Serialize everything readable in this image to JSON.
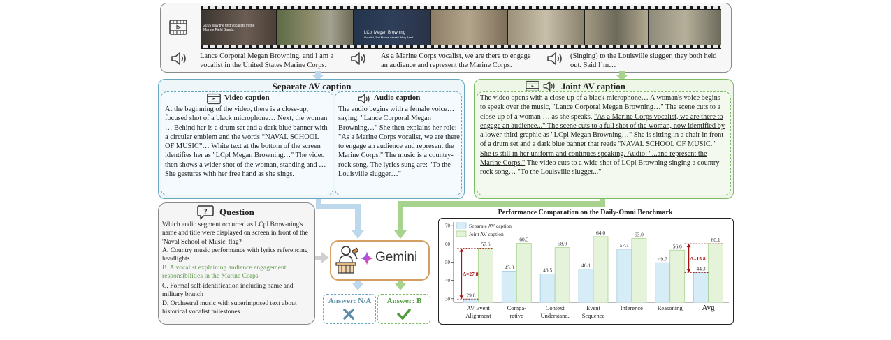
{
  "video_strip": {
    "frame1_text": "2016 saw the first vocalists in the Marine Field Bands.",
    "frame3_text": "LCpl Megan Browning",
    "frame3_sub": "Vocalist, 2nd Marine Aircraft Wing Band"
  },
  "transcript": [
    "Lance Corporal Megan Browning, and I am a vocalist in the United States Marine Corps.",
    "As a Marine Corps vocalist, we are there to engage an audience and represent the Marine Corps.",
    "(Singing) to the Louisville slugger, they both held out. Said I’m…"
  ],
  "separate": {
    "title": "Separate AV caption",
    "video_title": "Video caption",
    "video_parts": [
      "At the beginning of the video, there is a close-up, focused shot of a black microphone… Next, the woman … ",
      "Behind her is a drum set and a dark blue banner with a circular emblem and the words “NAVAL SCHOOL OF MUSIC”",
      "… White text at the bottom of the screen identifies her as ",
      "\"LCpl Megan Browning…\"",
      " The video then shows a wider shot of the woman, standing and … She gestures with her free hand as she sings."
    ],
    "audio_title": "Audio caption",
    "audio_parts": [
      "The audio begins with a female voice… saying, \"Lance Corporal Megan Browning…\" ",
      "She then explains her role: \"As a Marine Corps vocalist, we are there to engage an audience and represent the Marine Corps.\"",
      " The music is a country-rock song. The lyrics sung are: \"To the Louisville slugger…\""
    ]
  },
  "joint": {
    "title": "Joint AV caption",
    "parts": [
      "The video opens with a close-up of a black microphone… A woman's voice begins to speak over the music, \"Lance Corporal Megan Browning…\" The scene cuts to a close-up of a woman … as she speaks, ",
      "\"As a Marine Corps vocalist, we are there to engage an audience...\" The scene cuts to a full shot of the woman, now identified by a lower-third graphic as \"LCpl Megan Browning…\"",
      " She is sitting in a chair in front of a drum set and a dark blue banner that reads \"NAVAL SCHOOL OF MUSIC.\" ",
      "She is still in her uniform and continues speaking. Audio: \"...and represent the Marine Corps.\"",
      " The video cuts to a wide shot of LCpl Browning singing a country-rock song… \"To the Louisville slugger...\""
    ]
  },
  "question": {
    "title": "Question",
    "text": "Which audio segment occurred as LCpl Brow-ning's name and title were displayed on screen in front of the 'Naval School of Music' flag?",
    "options": [
      "A. Country music performance with lyrics referencing headlights",
      "B. A vocalist explaining audience engagement responsibilities in the Marine Corps",
      "C. Formal self-identification including name and military branch",
      "D. Orchestral music with superimposed text about historical vocalist milestones"
    ],
    "correct_color": "#5f9a4a"
  },
  "gemini": {
    "label": "Gemini"
  },
  "answers": {
    "left": "Answer: N/A",
    "right": "Answer: B",
    "left_color": "#5b8fa8",
    "right_color": "#4f9a3a"
  },
  "colors": {
    "blue": "#6aa6c0",
    "green": "#7dbb67",
    "arrow_blue": "#bcd8ea",
    "arrow_green": "#a8d38e",
    "red": "#a31515"
  },
  "chart_data": {
    "type": "bar",
    "title": "Performance Comparation on the Daily-Omni Benchmark",
    "categories": [
      "AV Event Alignment",
      "Compa-rative",
      "Context Understand.",
      "Event Sequence",
      "Inference",
      "Reasoning",
      "Avg"
    ],
    "series": [
      {
        "name": "Separate AV caption",
        "values": [
          29.8,
          45.0,
          43.5,
          46.1,
          57.1,
          49.7,
          44.3
        ],
        "color": "#d6edf8",
        "edge": "#9cc9e0"
      },
      {
        "name": "Joint AV caption",
        "values": [
          57.6,
          60.3,
          58.0,
          64.0,
          63.0,
          56.6,
          60.1
        ],
        "color": "#e4f3da",
        "edge": "#a8d38e"
      }
    ],
    "ylim": [
      28,
      72
    ],
    "yticks": [
      30,
      40,
      50,
      60,
      70
    ],
    "annotations": [
      {
        "label": "Δ=27.8",
        "category": "AV Event Alignment"
      },
      {
        "label": "Δ=15.8",
        "category": "Avg"
      }
    ],
    "legend": "top-left",
    "grid": false
  }
}
